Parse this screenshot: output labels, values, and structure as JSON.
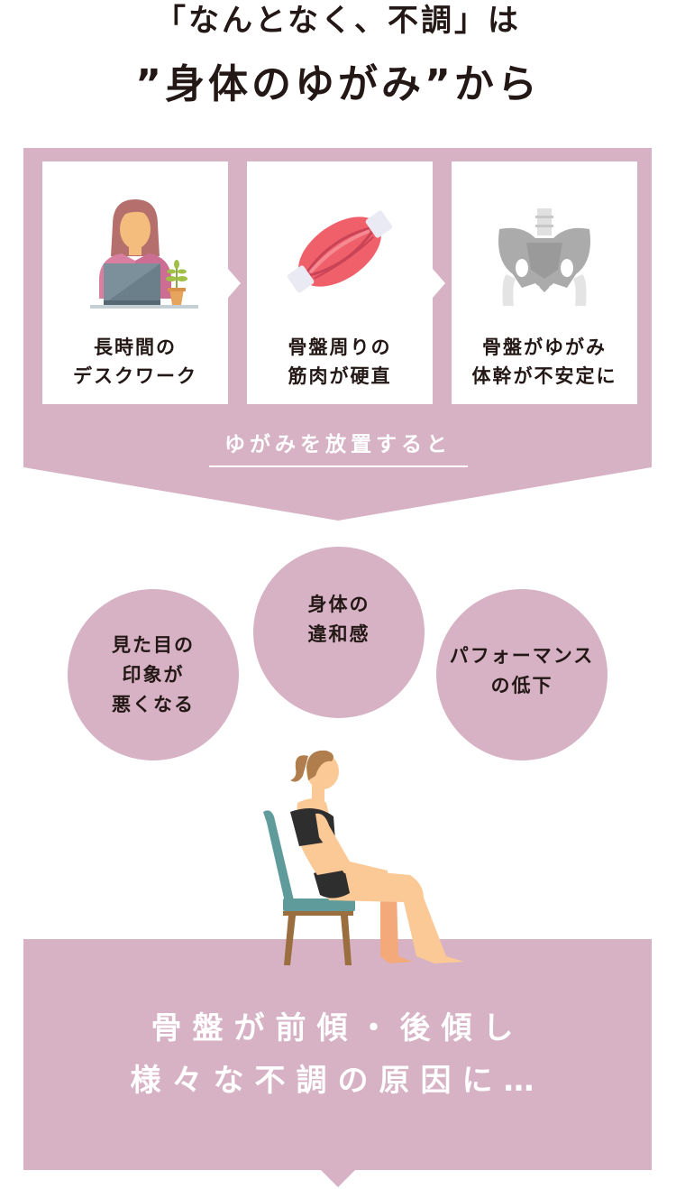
{
  "header": {
    "line1": "「なんとなく、不調」は",
    "line2": "”身体のゆがみ”から"
  },
  "colors": {
    "panel": "#d6b2c4",
    "text": "#231815",
    "white": "#ffffff"
  },
  "steps": [
    {
      "icon": "woman-at-laptop-icon",
      "line1": "長時間の",
      "line2": "デスクワーク"
    },
    {
      "icon": "muscle-icon",
      "line1": "骨盤周りの",
      "line2": "筋肉が硬直"
    },
    {
      "icon": "pelvis-bone-icon",
      "line1": "骨盤がゆがみ",
      "line2": "体幹が不安定に"
    }
  ],
  "cta": {
    "label": "ゆがみを放置すると"
  },
  "effects": [
    {
      "line1": "見た目の",
      "line2": "印象が",
      "line3": "悪くなる"
    },
    {
      "line1": "身体の",
      "line2": "違和感"
    },
    {
      "line1": "パフォーマンス",
      "line2": "の低下"
    }
  ],
  "illustration": {
    "icon": "woman-sitting-on-chair-icon"
  },
  "conclusion": {
    "line1": "骨盤が前傾・後傾し",
    "line2": "様々な不調の原因に…"
  }
}
